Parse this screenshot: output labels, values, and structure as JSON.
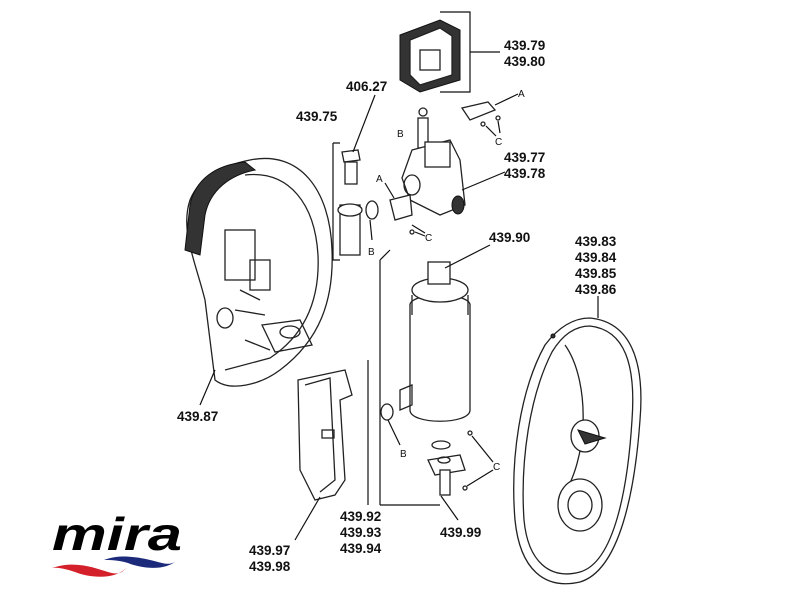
{
  "diagram": {
    "title": "Exploded parts diagram",
    "labels": {
      "pump_assembly": [
        "439.79",
        "439.80"
      ],
      "clip_a_top": "A",
      "inlet_filter": "406.27",
      "inlet_elbow": "439.75",
      "oring_b_top": "B",
      "screw_c_top": "C",
      "solenoid_valve": [
        "439.77",
        "439.78"
      ],
      "clip_a_mid": "A",
      "oring_b_mid": "B",
      "screw_c_mid": "C",
      "heater_cap": "439.90",
      "front_cover": [
        "439.83",
        "439.84",
        "439.85",
        "439.86"
      ],
      "backplate": "439.87",
      "heater_tank": [
        "439.92",
        "439.93",
        "439.94"
      ],
      "oring_b_low": "B",
      "screw_c_low": "C",
      "side_trim": [
        "439.97",
        "439.98"
      ],
      "outlet_assembly": "439.99"
    },
    "logo": {
      "text": "mira",
      "colors": {
        "wave_red": "#d4202a",
        "wave_blue": "#1b2a7a"
      }
    }
  }
}
